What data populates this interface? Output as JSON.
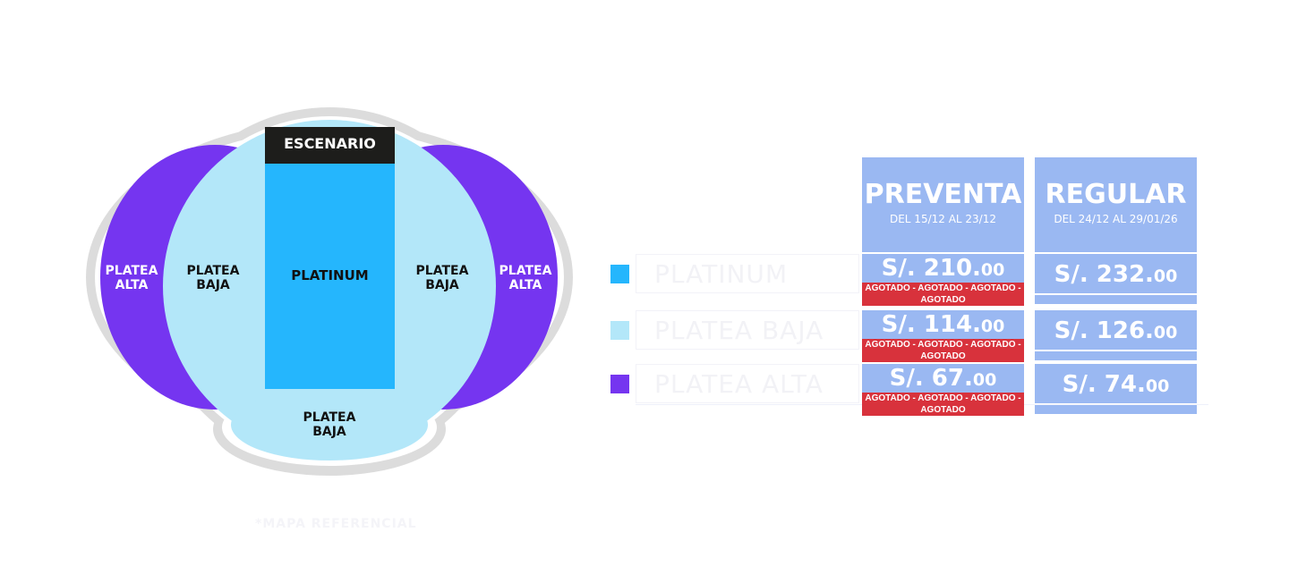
{
  "map": {
    "stage": "ESCENARIO",
    "platinum": "PLATINUM",
    "platea_baja": [
      "PLATEA",
      "BAJA"
    ],
    "platea_alta": [
      "PLATEA",
      "ALTA"
    ],
    "reference": "*MAPA REFERENCIAL",
    "colors": {
      "platinum": "#25b6fd",
      "platea_baja": "#b3e7f9",
      "platea_alta": "#7535f0",
      "stage": "#1d1d1b",
      "outline": "#dcdcdc"
    }
  },
  "prices": {
    "columns": [
      {
        "title": "PREVENTA",
        "dates": "DEL 15/12 AL 23/12"
      },
      {
        "title": "REGULAR",
        "dates": "DEL 24/12 AL 29/01/26"
      }
    ],
    "sold_out_label": "AGOTADO - AGOTADO - AGOTADO - AGOTADO",
    "rows": [
      {
        "zone": "PLATINUM",
        "color": "#25b6fd",
        "preventa": "S/. 210.",
        "regular": "S/. 232."
      },
      {
        "zone": "PLATEA BAJA",
        "color": "#b3e7f9",
        "preventa": "S/. 114.",
        "regular": "S/. 126."
      },
      {
        "zone": "PLATEA ALTA",
        "color": "#7535f0",
        "preventa": "S/. 67.",
        "regular": "S/. 74."
      }
    ],
    "cents": "00",
    "header_color": "#9ab8f2",
    "ribbon_color": "#d8323c"
  }
}
